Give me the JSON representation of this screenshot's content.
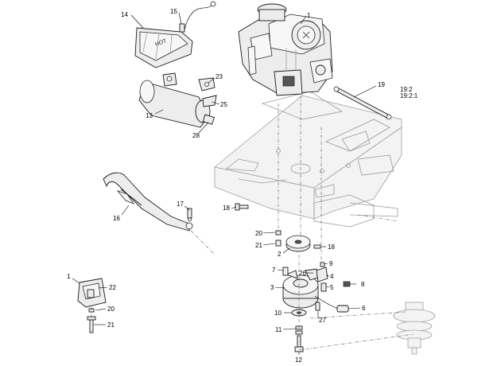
{
  "callouts": {
    "c1": "1",
    "c1b": "1",
    "c2": "2",
    "c3": "3",
    "c4": "4",
    "c5": "5",
    "c6": "6",
    "c7": "7",
    "c8": "8",
    "c9": "9",
    "c10": "10",
    "c11": "11",
    "c12": "12",
    "c13": "13",
    "c14": "14",
    "c15": "15",
    "c16": "16",
    "c17": "17",
    "c18a": "18",
    "c18b": "18",
    "c19": "19",
    "c19_2": "19:2",
    "c19_2_1": "19:2:1",
    "c20a": "20",
    "c20b": "20",
    "c21a": "21",
    "c21b": "21",
    "c22": "22",
    "c23": "23",
    "c25": "25",
    "c26": "26",
    "c27": "27",
    "c28": "28"
  },
  "heat_shield_marking": "HOT"
}
